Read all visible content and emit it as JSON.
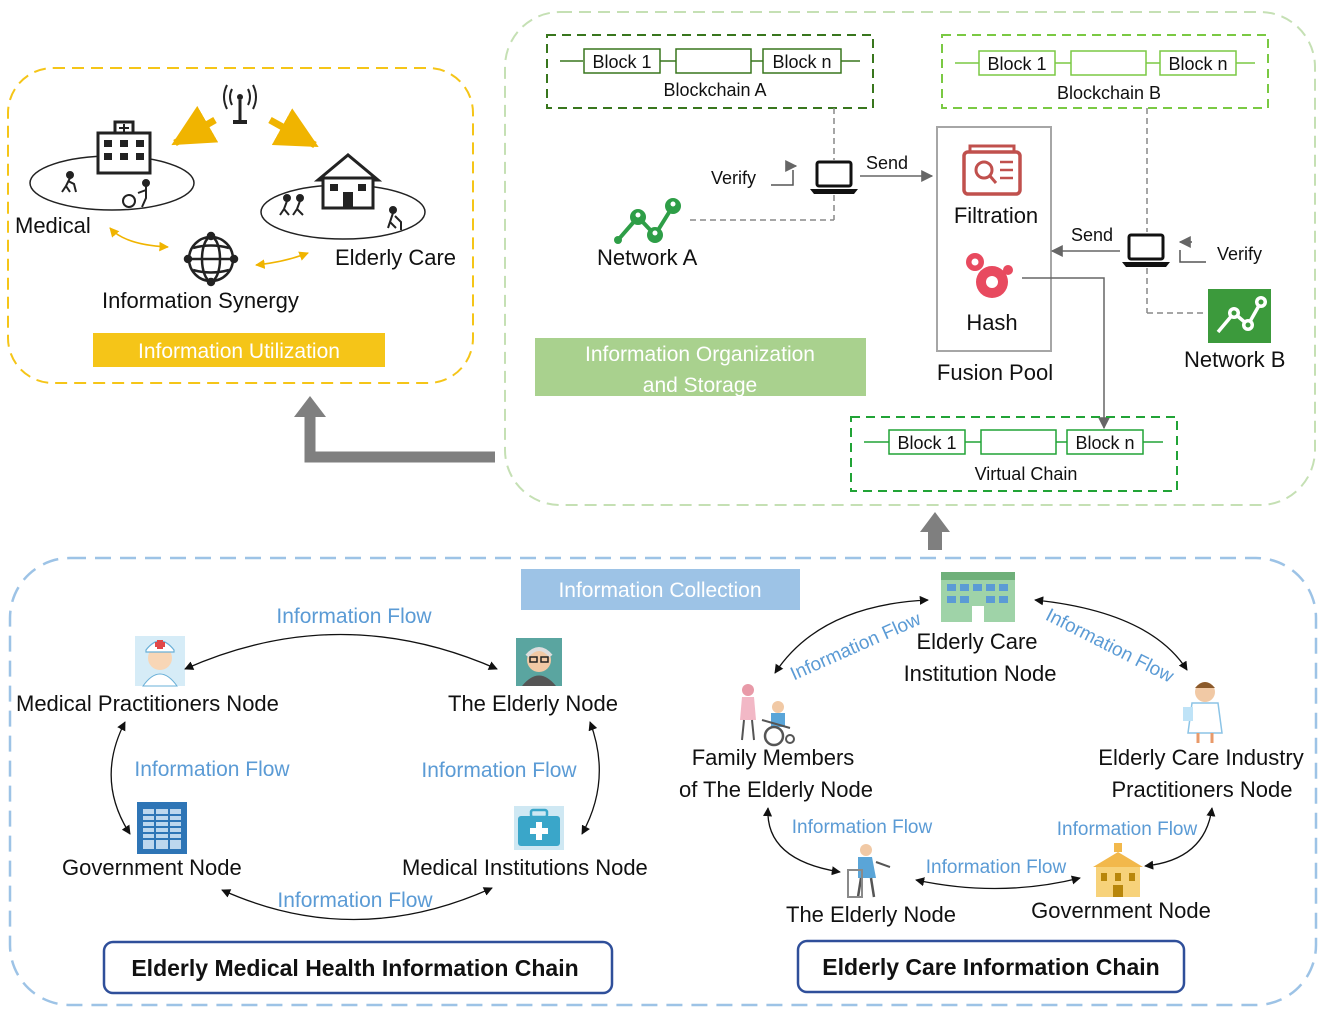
{
  "utilization": {
    "medical": "Medical",
    "elderly_care": "Elderly Care",
    "information_synergy": "Information Synergy",
    "label": "Information Utilization"
  },
  "organization": {
    "blockchain_a": {
      "block1": "Block 1",
      "blockn": "Block n",
      "name": "Blockchain A"
    },
    "blockchain_b": {
      "block1": "Block 1",
      "blockn": "Block n",
      "name": "Blockchain B"
    },
    "verify_a": "Verify",
    "send_a": "Send",
    "network_a": "Network A",
    "send_b": "Send",
    "verify_b": "Verify",
    "network_b": "Network B",
    "filtration": "Filtration",
    "hash": "Hash",
    "fusion_pool": "Fusion Pool",
    "label_line1": "Information Organization",
    "label_line2": "and Storage",
    "virtual_chain": {
      "block1": "Block 1",
      "blockn": "Block n",
      "name": "Virtual Chain"
    }
  },
  "collection": {
    "label": "Information Collection",
    "medical_chain": {
      "medical_practitioners": "Medical Practitioners Node",
      "elderly": "The Elderly Node",
      "government": "Government Node",
      "medical_institutions": "Medical Institutions Node",
      "flow_top": "Information Flow",
      "flow_left": "Information Flow",
      "flow_right": "Information Flow",
      "flow_bottom": "Information Flow",
      "title": "Elderly Medical Health Information Chain"
    },
    "care_chain": {
      "institution_line1": "Elderly Care",
      "institution_line2": "Institution Node",
      "family_line1": "Family Members",
      "family_line2": "of The Elderly Node",
      "industry_line1": "Elderly Care Industry",
      "industry_line2": "Practitioners Node",
      "elderly": "The Elderly Node",
      "government": "Government Node",
      "flow_top_left": "Information Flow",
      "flow_top_right": "Information Flow",
      "flow_mid_left": "Information Flow",
      "flow_mid_right": "Information Flow",
      "flow_bottom": "Information Flow",
      "title": "Elderly Care Information Chain"
    }
  },
  "colors": {
    "utilization": "#f5c518",
    "organization": "#a9d18e",
    "collection": "#9dc3e6",
    "dark_green": "#38761d",
    "light_green": "#7ac943",
    "chain_green": "#21a336",
    "flow_blue": "#5b9bd5",
    "chain_border": "#2f4f9a",
    "gray_arrow": "#7f7f7f"
  }
}
